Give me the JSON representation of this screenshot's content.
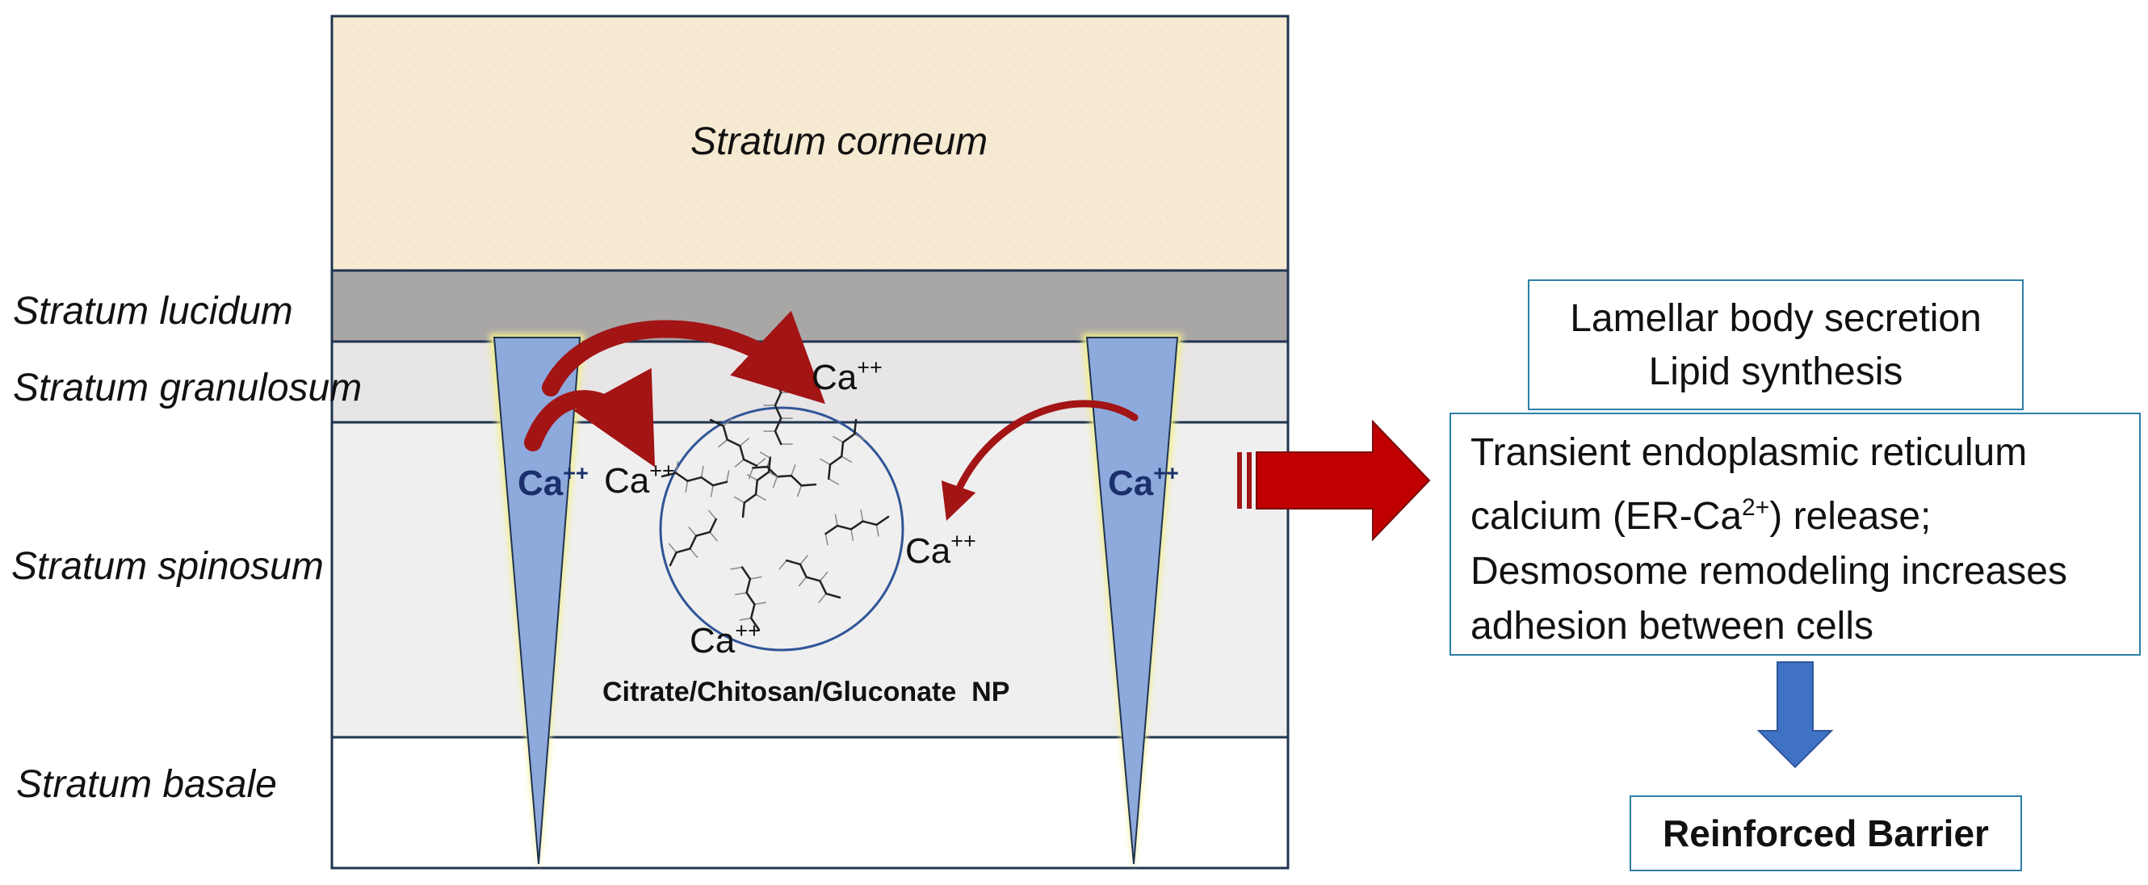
{
  "layers": {
    "corneum": "Stratum corneum",
    "lucidum": "Stratum lucidum",
    "granulosum": "Stratum granulosum",
    "spinosum": "Stratum spinosum",
    "basale": "Stratum basale"
  },
  "ions": {
    "ca_top": "Ca",
    "ca_left_nano": "Ca",
    "ca_right_nano": "Ca",
    "ca_bottom_nano": "Ca",
    "ca_needle_left": "Ca",
    "ca_needle_right": "Ca",
    "charge": "++"
  },
  "nanoparticle_label": "Citrate/Chitosan/Gluconate  NP",
  "effects": {
    "box1_line1": "Lamellar body secretion",
    "box1_line2": "Lipid synthesis",
    "box2_line1": "Transient endoplasmic reticulum",
    "box2_line2_pre": "calcium (ER-Ca",
    "box2_line2_sup": "2+",
    "box2_line2_post": ") release;",
    "box2_line3": "Desmosome remodeling increases",
    "box2_line4": "adhesion between cells",
    "result": "Reinforced Barrier"
  },
  "colors": {
    "corneum": "#f6ead3",
    "lucidum": "#a9a6a6",
    "granulosum": "#e7e5e6",
    "spinosum": "#efefef",
    "basale": "#ffffff",
    "border": "#1f3450",
    "needle_fill": "#8ea9db",
    "needle_glow": "#f3ef8c",
    "arrow_red": "#b51212",
    "arrow_blue": "#3f72c4",
    "box_border": "#2e7fa8"
  }
}
